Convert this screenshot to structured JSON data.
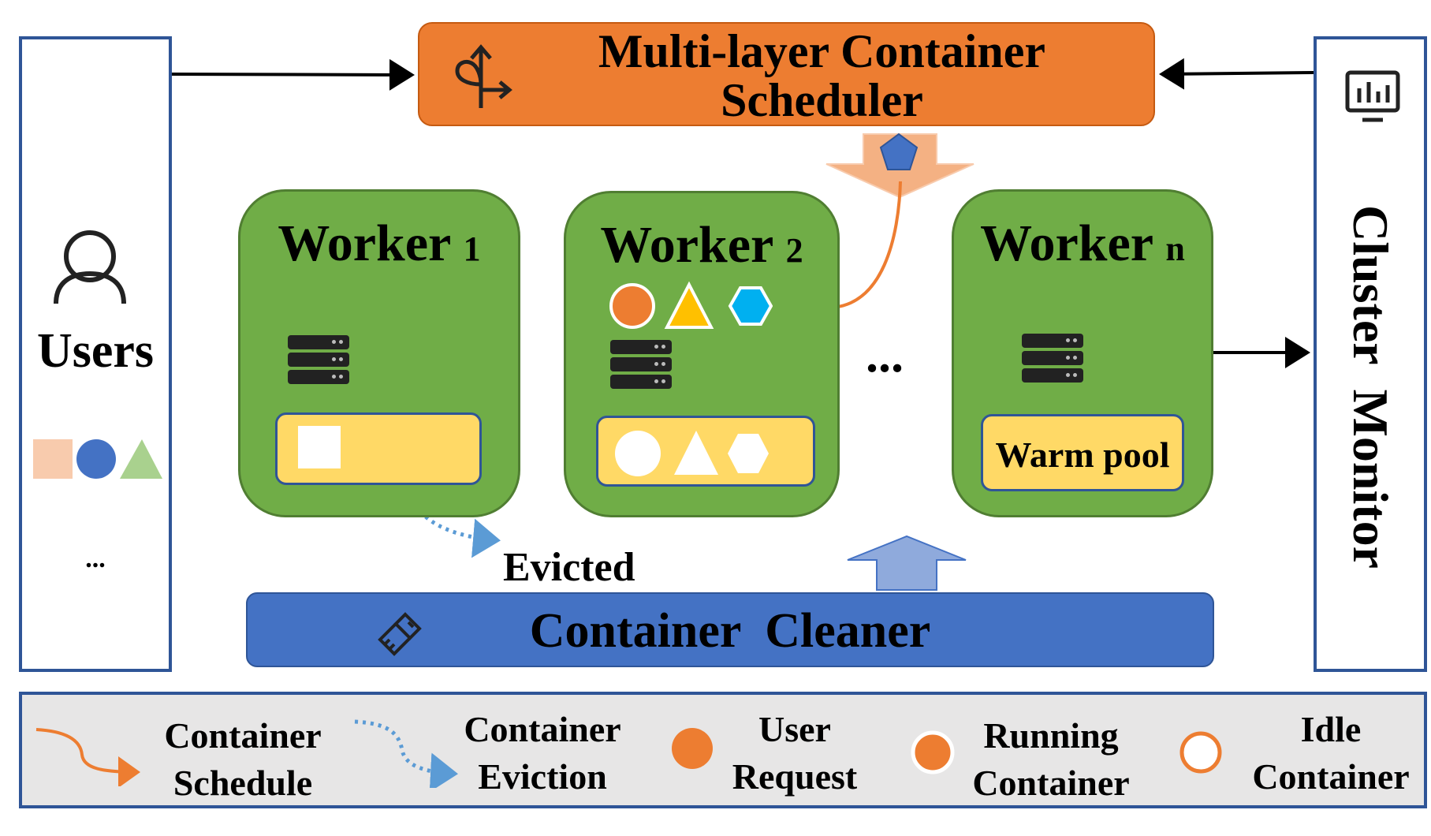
{
  "scheduler": {
    "line1": "Multi-layer Container",
    "line2": "Scheduler"
  },
  "users": {
    "label": "Users",
    "more": "..."
  },
  "monitor": {
    "label": "Cluster  Monitor"
  },
  "workers": [
    {
      "name": "Worker",
      "index": "1"
    },
    {
      "name": "Worker",
      "index": "2"
    },
    {
      "name": "Worker",
      "index": "n"
    }
  ],
  "workers_gap": "...",
  "warm_pool": {
    "label": "Warm pool"
  },
  "evicted_label": "Evicted",
  "cleaner": {
    "label": "Container  Cleaner"
  },
  "legend": {
    "schedule": {
      "line1": "Container",
      "line2": "Schedule"
    },
    "eviction": {
      "line1": "Container",
      "line2": "Eviction"
    },
    "user_request": {
      "line1": "User",
      "line2": "Request"
    },
    "running": {
      "line1": "Running",
      "line2": "Container"
    },
    "idle": {
      "line1": "Idle",
      "line2": "Container"
    }
  },
  "colors": {
    "orange": "#ed7d31",
    "worker_green": "#70ad47",
    "pool_yellow": "#ffd966",
    "cleaner_blue": "#4472c4",
    "border_blue": "#2f5597",
    "request_blue": "#4472c4",
    "hexagon_blue": "#00b0f0",
    "triangle_yellow": "#ffc000",
    "square_peach": "#f8cbad",
    "triangle_green": "#a9d18e",
    "legend_bg": "#e7e6e6",
    "eviction_dots": "#5b9bd5"
  },
  "icons": {
    "scheduler": "split-arrows-icon",
    "user": "user-icon",
    "monitor": "monitor-chart-icon",
    "cleaner": "broom-icon",
    "server": "server-stack-icon"
  }
}
